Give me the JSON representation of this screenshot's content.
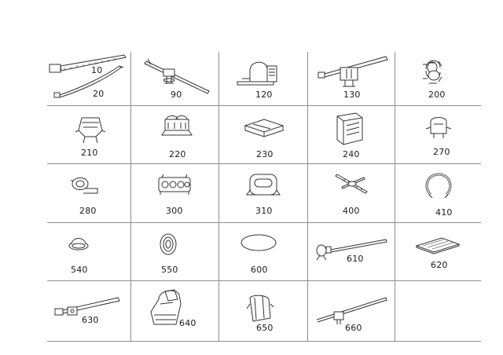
{
  "catalog": {
    "items": [
      {
        "code": "10",
        "icon": "cable-tie-block-head-icon"
      },
      {
        "code": "20",
        "icon": "cable-tie-bent-icon"
      },
      {
        "code": "90",
        "icon": "cable-tie-push-mount-icon"
      },
      {
        "code": "120",
        "icon": "edge-clip-tie-icon"
      },
      {
        "code": "130",
        "icon": "cable-tie-stud-mount-icon"
      },
      {
        "code": "200",
        "icon": "double-cable-clip-icon"
      },
      {
        "code": "210",
        "icon": "spring-clip-icon"
      },
      {
        "code": "220",
        "icon": "pipe-clip-icon"
      },
      {
        "code": "230",
        "icon": "flat-edge-clip-icon"
      },
      {
        "code": "240",
        "icon": "box-clip-icon"
      },
      {
        "code": "270",
        "icon": "bracket-clip-icon"
      },
      {
        "code": "280",
        "icon": "p-clip-icon"
      },
      {
        "code": "300",
        "icon": "multi-cable-holder-icon"
      },
      {
        "code": "310",
        "icon": "loop-clip-icon"
      },
      {
        "code": "400",
        "icon": "dual-tie-mount-icon"
      },
      {
        "code": "410",
        "icon": "ring-clip-icon"
      },
      {
        "code": "540",
        "icon": "dome-plug-icon"
      },
      {
        "code": "550",
        "icon": "grommet-icon"
      },
      {
        "code": "600",
        "icon": "oval-pad-icon"
      },
      {
        "code": "610",
        "icon": "cable-tie-rivet-icon"
      },
      {
        "code": "620",
        "icon": "adhesive-pad-icon"
      },
      {
        "code": "630",
        "icon": "cable-tie-screw-mount-icon"
      },
      {
        "code": "640",
        "icon": "corrugated-tube-holder-icon"
      },
      {
        "code": "650",
        "icon": "tube-bracket-icon"
      },
      {
        "code": "660",
        "icon": "cable-tie-anchor-icon"
      }
    ]
  }
}
